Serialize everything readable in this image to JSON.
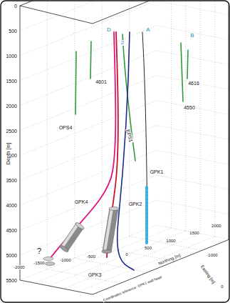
{
  "diagram": {
    "labels": [
      "0",
      "500",
      "1000",
      "1500",
      "2000",
      "2500",
      "3000",
      "3500",
      "4000",
      "4500",
      "5000",
      "5500",
      "Depth [m]",
      "4601",
      "4616",
      "4550",
      "OPS4",
      "EPS1",
      "GPK1",
      "GPK2",
      "GPK3",
      "GPK4",
      "?",
      "D",
      "2",
      "A",
      "B",
      "0",
      "500",
      "1000",
      "1500",
      "2000",
      "Northing [m]",
      "-2000",
      "-1500",
      "-1000",
      "-500",
      "-1000",
      "Easting [m]",
      "0",
      "Coordinates reference: GPK1 well head"
    ]
  }
}
